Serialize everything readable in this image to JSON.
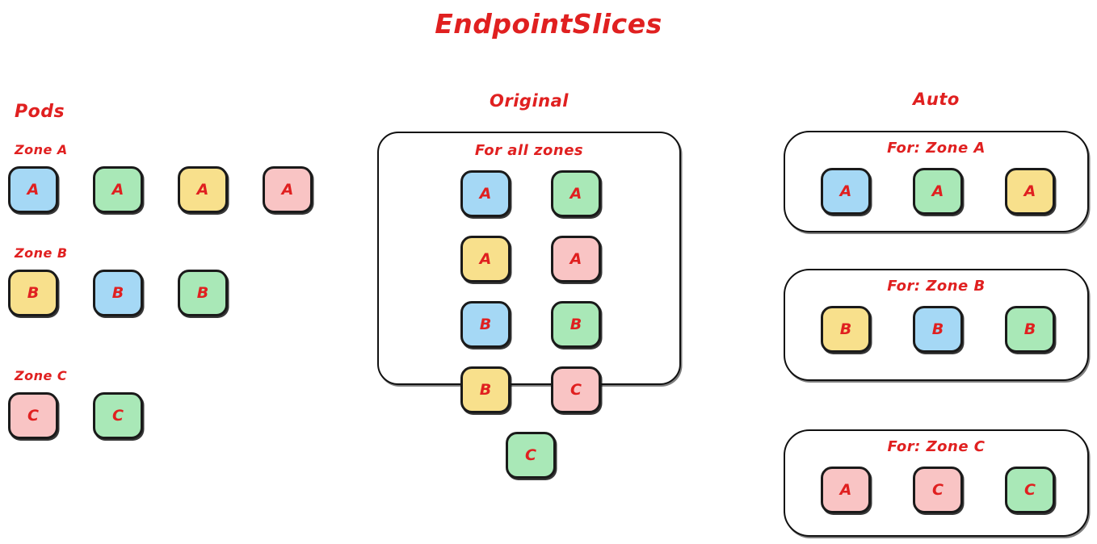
{
  "title": "EndpointSlices",
  "colors": {
    "ink": "#111111",
    "accent_red": "#e02020",
    "pod_blue": "#a5d8f5",
    "pod_green": "#a9e8b7",
    "pod_yellow": "#f8e08c",
    "pod_pink": "#f9c4c4",
    "background": "#ffffff"
  },
  "pods_column": {
    "heading": "Pods",
    "zones": [
      {
        "label": "Zone A",
        "pods": [
          {
            "label": "A",
            "color": "blue"
          },
          {
            "label": "A",
            "color": "green"
          },
          {
            "label": "A",
            "color": "yellow"
          },
          {
            "label": "A",
            "color": "pink"
          }
        ]
      },
      {
        "label": "Zone B",
        "pods": [
          {
            "label": "B",
            "color": "yellow"
          },
          {
            "label": "B",
            "color": "blue"
          },
          {
            "label": "B",
            "color": "green"
          }
        ]
      },
      {
        "label": "Zone C",
        "pods": [
          {
            "label": "C",
            "color": "pink"
          },
          {
            "label": "C",
            "color": "green"
          }
        ]
      }
    ]
  },
  "original_column": {
    "heading": "Original",
    "slice": {
      "title": "For all zones",
      "pods": [
        {
          "label": "A",
          "color": "blue"
        },
        {
          "label": "A",
          "color": "green"
        },
        {
          "label": "A",
          "color": "yellow"
        },
        {
          "label": "A",
          "color": "pink"
        },
        {
          "label": "B",
          "color": "blue"
        },
        {
          "label": "B",
          "color": "green"
        },
        {
          "label": "B",
          "color": "yellow"
        },
        {
          "label": "C",
          "color": "pink"
        },
        {
          "label": "C",
          "color": "green"
        }
      ]
    }
  },
  "auto_column": {
    "heading": "Auto",
    "slices": [
      {
        "title": "For: Zone A",
        "pods": [
          {
            "label": "A",
            "color": "blue"
          },
          {
            "label": "A",
            "color": "green"
          },
          {
            "label": "A",
            "color": "yellow"
          }
        ]
      },
      {
        "title": "For: Zone B",
        "pods": [
          {
            "label": "B",
            "color": "yellow"
          },
          {
            "label": "B",
            "color": "blue"
          },
          {
            "label": "B",
            "color": "green"
          }
        ]
      },
      {
        "title": "For: Zone C",
        "pods": [
          {
            "label": "A",
            "color": "pink"
          },
          {
            "label": "C",
            "color": "pink"
          },
          {
            "label": "C",
            "color": "green"
          }
        ]
      }
    ]
  }
}
